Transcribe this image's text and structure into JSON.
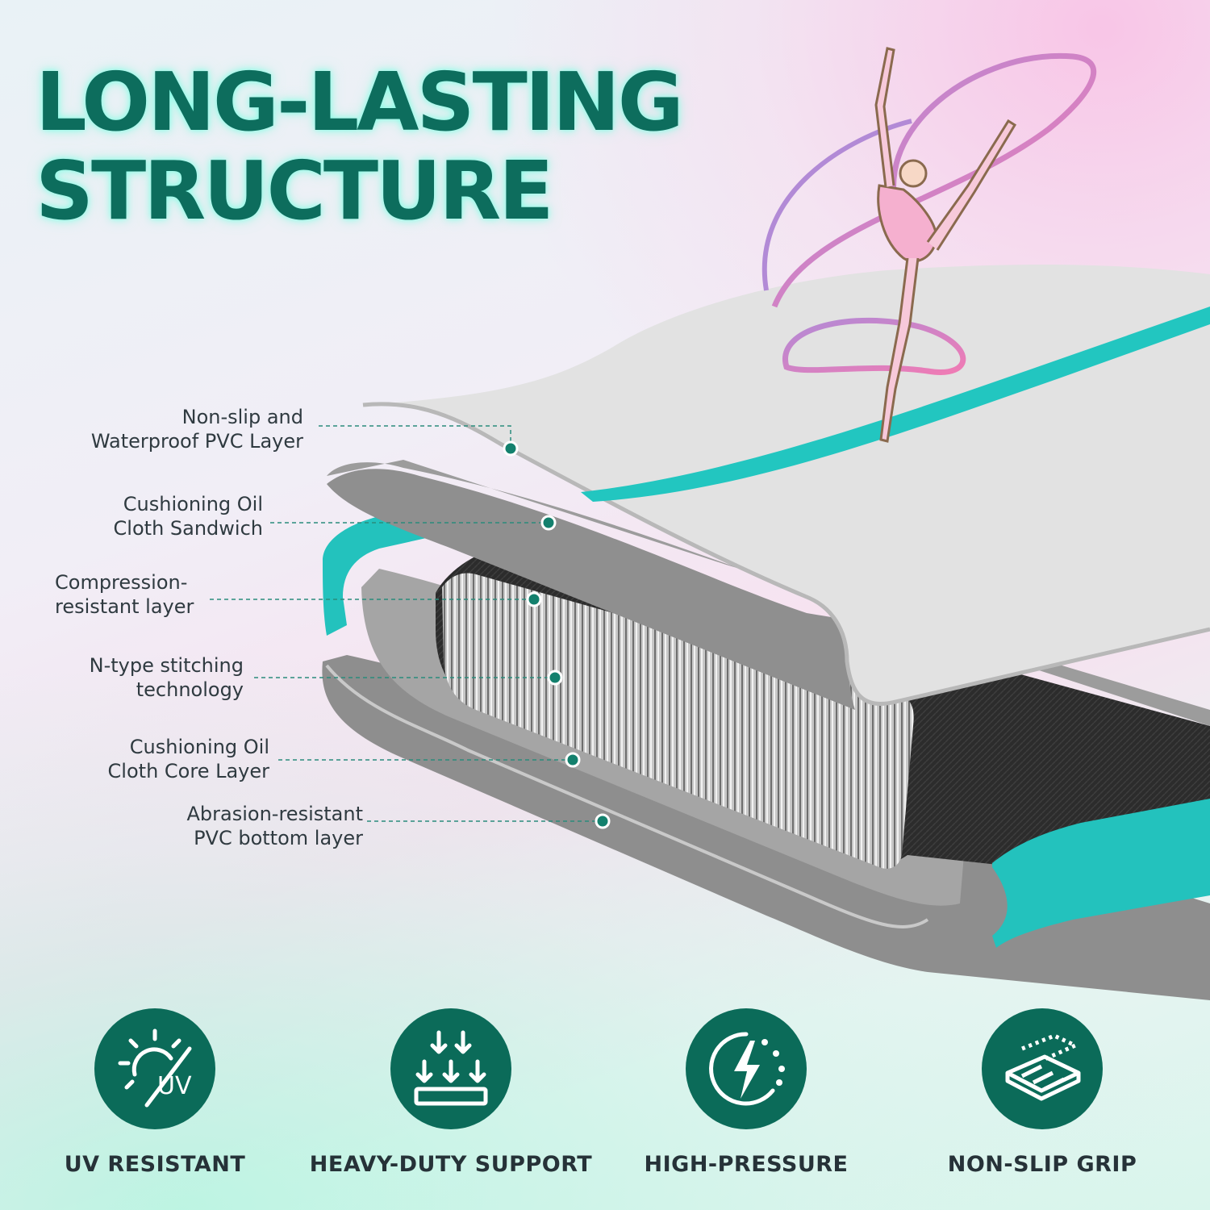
{
  "headline": {
    "line1": "LONG-LASTING",
    "line2": "STRUCTURE"
  },
  "callouts": [
    {
      "line1": "Non-slip and",
      "line2": "Waterproof PVC Layer"
    },
    {
      "line1": "Cushioning Oil",
      "line2": "Cloth Sandwich"
    },
    {
      "line1": "Compression-",
      "line2": "resistant layer"
    },
    {
      "line1": "N-type stitching",
      "line2": "technology"
    },
    {
      "line1": "Cushioning Oil",
      "line2": "Cloth Core Layer"
    },
    {
      "line1": "Abrasion-resistant",
      "line2": "PVC bottom layer"
    }
  ],
  "features": [
    {
      "label": "UV RESISTANT",
      "icon": "uv-sun-icon",
      "icon_text": "UV"
    },
    {
      "label": "HEAVY-DUTY SUPPORT",
      "icon": "downward-pressure-icon"
    },
    {
      "label": "HIGH-PRESSURE",
      "icon": "lightning-gauge-icon"
    },
    {
      "label": "NON-SLIP GRIP",
      "icon": "grip-mat-icon"
    }
  ],
  "colors": {
    "accent_teal": "#0b6b59",
    "stripe_teal": "#22c6c0",
    "headline": "#0d6d5d",
    "text": "#2f3a40"
  }
}
